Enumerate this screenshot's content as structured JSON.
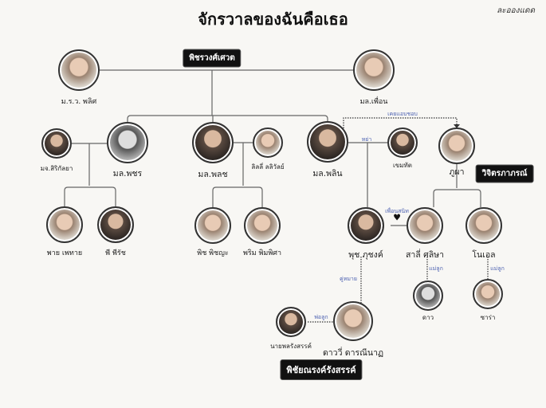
{
  "title": "จักรวาลของฉันคือเธอ",
  "brand": "ละอองแดด",
  "families": {
    "top": "พิชรวงศ์เศวต",
    "right": "วิจิตรภาภรณ์",
    "bottom": "พิชัยณรงค์รังสรรค์"
  },
  "people": {
    "grandfather": "ม.ร.ว. พลิศ",
    "grandmother": "มล.เพื่อน",
    "sirikanya": "มจ.สิริกัลยา",
    "patchara": "มล.พชร",
    "palach": "มล.พลช",
    "lily": "ลิลลี่ ลลิวัลย์",
    "plin": "มล.พลิน",
    "khemmatat": "เขมทัต",
    "phupha": "ภูผา",
    "pai": "พาย เพทาย",
    "pee": "พี พีรัช",
    "pit": "พิช พิชญะ",
    "prim": "พริม พิมพิศา",
    "put": "พุช ภุชงค์",
    "salee": "สาลี่ ศลิษา",
    "noel": "โนเอล",
    "dao": "ดาว",
    "sara": "ซาร่า",
    "ponrangsan": "นายพลรังสรรค์",
    "daowee": "ดาววี่ ดารณีนาฏ"
  },
  "relations": {
    "crush": "เคยแอบชอบ",
    "divorced": "หย่า",
    "best_friend": "เพื่อนสนิท",
    "mother_child_1": "แม่ลูก",
    "mother_child_2": "แม่ลูก",
    "fiance": "คู่หมาย",
    "father_child": "พ่อลูก"
  }
}
